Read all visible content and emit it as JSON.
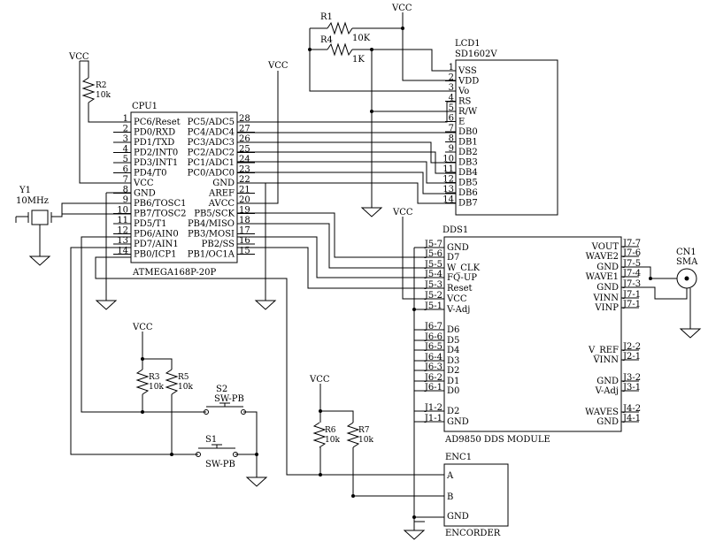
{
  "power": {
    "vcc": "VCC"
  },
  "cpu": {
    "ref": "CPU1",
    "part": "ATMEGA168P-20P",
    "left_pins": [
      {
        "num": "1",
        "name": "PC6/Reset"
      },
      {
        "num": "2",
        "name": "PD0/RXD"
      },
      {
        "num": "3",
        "name": "PD1/TXD"
      },
      {
        "num": "4",
        "name": "PD2/INT0"
      },
      {
        "num": "5",
        "name": "PD3/INT1"
      },
      {
        "num": "6",
        "name": "PD4/T0"
      },
      {
        "num": "7",
        "name": "VCC"
      },
      {
        "num": "8",
        "name": "GND"
      },
      {
        "num": "9",
        "name": "PB6/TOSC1"
      },
      {
        "num": "10",
        "name": "PB7/TOSC2"
      },
      {
        "num": "11",
        "name": "PD5/T1"
      },
      {
        "num": "12",
        "name": "PD6/AIN0"
      },
      {
        "num": "13",
        "name": "PD7/AIN1"
      },
      {
        "num": "14",
        "name": "PB0/ICP1"
      }
    ],
    "right_pins": [
      {
        "num": "28",
        "name": "PC5/ADC5"
      },
      {
        "num": "27",
        "name": "PC4/ADC4"
      },
      {
        "num": "26",
        "name": "PC3/ADC3"
      },
      {
        "num": "25",
        "name": "PC2/ADC2"
      },
      {
        "num": "24",
        "name": "PC1/ADC1"
      },
      {
        "num": "23",
        "name": "PC0/ADC0"
      },
      {
        "num": "22",
        "name": "GND"
      },
      {
        "num": "21",
        "name": "AREF"
      },
      {
        "num": "20",
        "name": "AVCC"
      },
      {
        "num": "19",
        "name": "PB5/SCK"
      },
      {
        "num": "18",
        "name": "PB4/MISO"
      },
      {
        "num": "17",
        "name": "PB3/MOSI"
      },
      {
        "num": "16",
        "name": "PB2/SS"
      },
      {
        "num": "15",
        "name": "PB1/OC1A"
      }
    ]
  },
  "lcd": {
    "ref": "LCD1",
    "part": "SD1602V",
    "pins": [
      {
        "num": "1",
        "name": "VSS"
      },
      {
        "num": "2",
        "name": "VDD"
      },
      {
        "num": "3",
        "name": "Vo"
      },
      {
        "num": "4",
        "name": "RS"
      },
      {
        "num": "5",
        "name": "R/W"
      },
      {
        "num": "6",
        "name": "E"
      },
      {
        "num": "7",
        "name": "DB0"
      },
      {
        "num": "8",
        "name": "DB1"
      },
      {
        "num": "9",
        "name": "DB2"
      },
      {
        "num": "10",
        "name": "DB3"
      },
      {
        "num": "11",
        "name": "DB4"
      },
      {
        "num": "12",
        "name": "DB5"
      },
      {
        "num": "13",
        "name": "DB6"
      },
      {
        "num": "14",
        "name": "DB7"
      }
    ]
  },
  "dds": {
    "ref": "DDS1",
    "part": "AD9850 DDS MODULE",
    "left_pins": [
      {
        "num": "J5-7",
        "name": "GND"
      },
      {
        "num": "J5-6",
        "name": "D7"
      },
      {
        "num": "J5-5",
        "name": "W_CLK"
      },
      {
        "num": "J5-4",
        "name": "FQ-UP"
      },
      {
        "num": "J5-3",
        "name": "Reset"
      },
      {
        "num": "J5-2",
        "name": "VCC"
      },
      {
        "num": "J5-1",
        "name": "V-Adj"
      },
      {
        "num": "J6-7",
        "name": "D6"
      },
      {
        "num": "J6-6",
        "name": "D5"
      },
      {
        "num": "J6-5",
        "name": "D4"
      },
      {
        "num": "J6-4",
        "name": "D3"
      },
      {
        "num": "J6-3",
        "name": "D2"
      },
      {
        "num": "J6-2",
        "name": "D1"
      },
      {
        "num": "J6-1",
        "name": "D0"
      },
      {
        "num": "J1-2",
        "name": "D2"
      },
      {
        "num": "J1-1",
        "name": "GND"
      }
    ],
    "right_pins": [
      {
        "num": "J7-7",
        "name": "VOUT"
      },
      {
        "num": "J7-6",
        "name": "WAVE2"
      },
      {
        "num": "J7-5",
        "name": "GND"
      },
      {
        "num": "J7-4",
        "name": "WAVE1"
      },
      {
        "num": "J7-3",
        "name": "GND"
      },
      {
        "num": "J7-1",
        "name": "VINN"
      },
      {
        "num": "J7-1",
        "name": "VINP"
      },
      {
        "num": "J2-2",
        "name": "V_REF"
      },
      {
        "num": "J2-1",
        "name": "VINN"
      },
      {
        "num": "J3-2",
        "name": "GND"
      },
      {
        "num": "J3-1",
        "name": "V-Adj"
      },
      {
        "num": "J4-2",
        "name": "WAVES"
      },
      {
        "num": "J4-1",
        "name": "GND"
      }
    ]
  },
  "enc": {
    "ref": "ENC1",
    "part": "ENCORDER",
    "pins": [
      {
        "name": "A"
      },
      {
        "name": "B"
      },
      {
        "name": "GND"
      }
    ]
  },
  "parts": {
    "r1": {
      "ref": "R1",
      "val": "10K"
    },
    "r4": {
      "ref": "R4",
      "val": "1K"
    },
    "r2": {
      "ref": "R2",
      "val": "10k"
    },
    "r3": {
      "ref": "R3",
      "val": "10k"
    },
    "r5": {
      "ref": "R5",
      "val": "10k"
    },
    "r6": {
      "ref": "R6",
      "val": "10k"
    },
    "r7": {
      "ref": "R7",
      "val": "10k"
    },
    "y1": {
      "ref": "Y1",
      "val": "10MHz"
    },
    "s1": {
      "ref": "S1",
      "val": "SW-PB"
    },
    "s2": {
      "ref": "S2",
      "val": "SW-PB"
    },
    "cn1": {
      "ref": "CN1",
      "val": "SMA"
    }
  }
}
